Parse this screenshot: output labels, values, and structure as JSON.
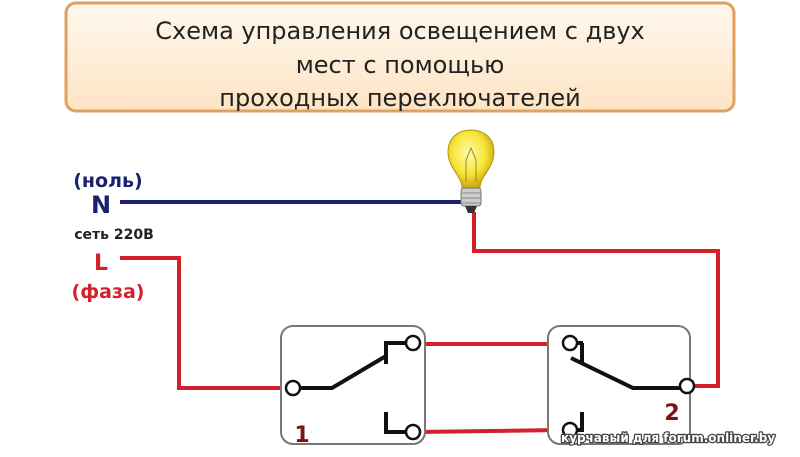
{
  "title": {
    "line1": "Схема управления освещением с двух",
    "line2": "мест с помощью",
    "line3": "проходных переключателей"
  },
  "labels": {
    "neutral_caption": "(ноль)",
    "neutral_letter": "N",
    "network": "сеть 220В",
    "phase_letter": "L",
    "phase_caption": "(фаза)"
  },
  "switches": [
    {
      "number": "1"
    },
    {
      "number": "2"
    }
  ],
  "watermark": "курчавый для forum.onliner.by",
  "colors": {
    "neutral_wire": "#1a1f6e",
    "phase_wire": "#d4202a",
    "switch_number": "#7a1414",
    "title_border": "#e0a060"
  }
}
